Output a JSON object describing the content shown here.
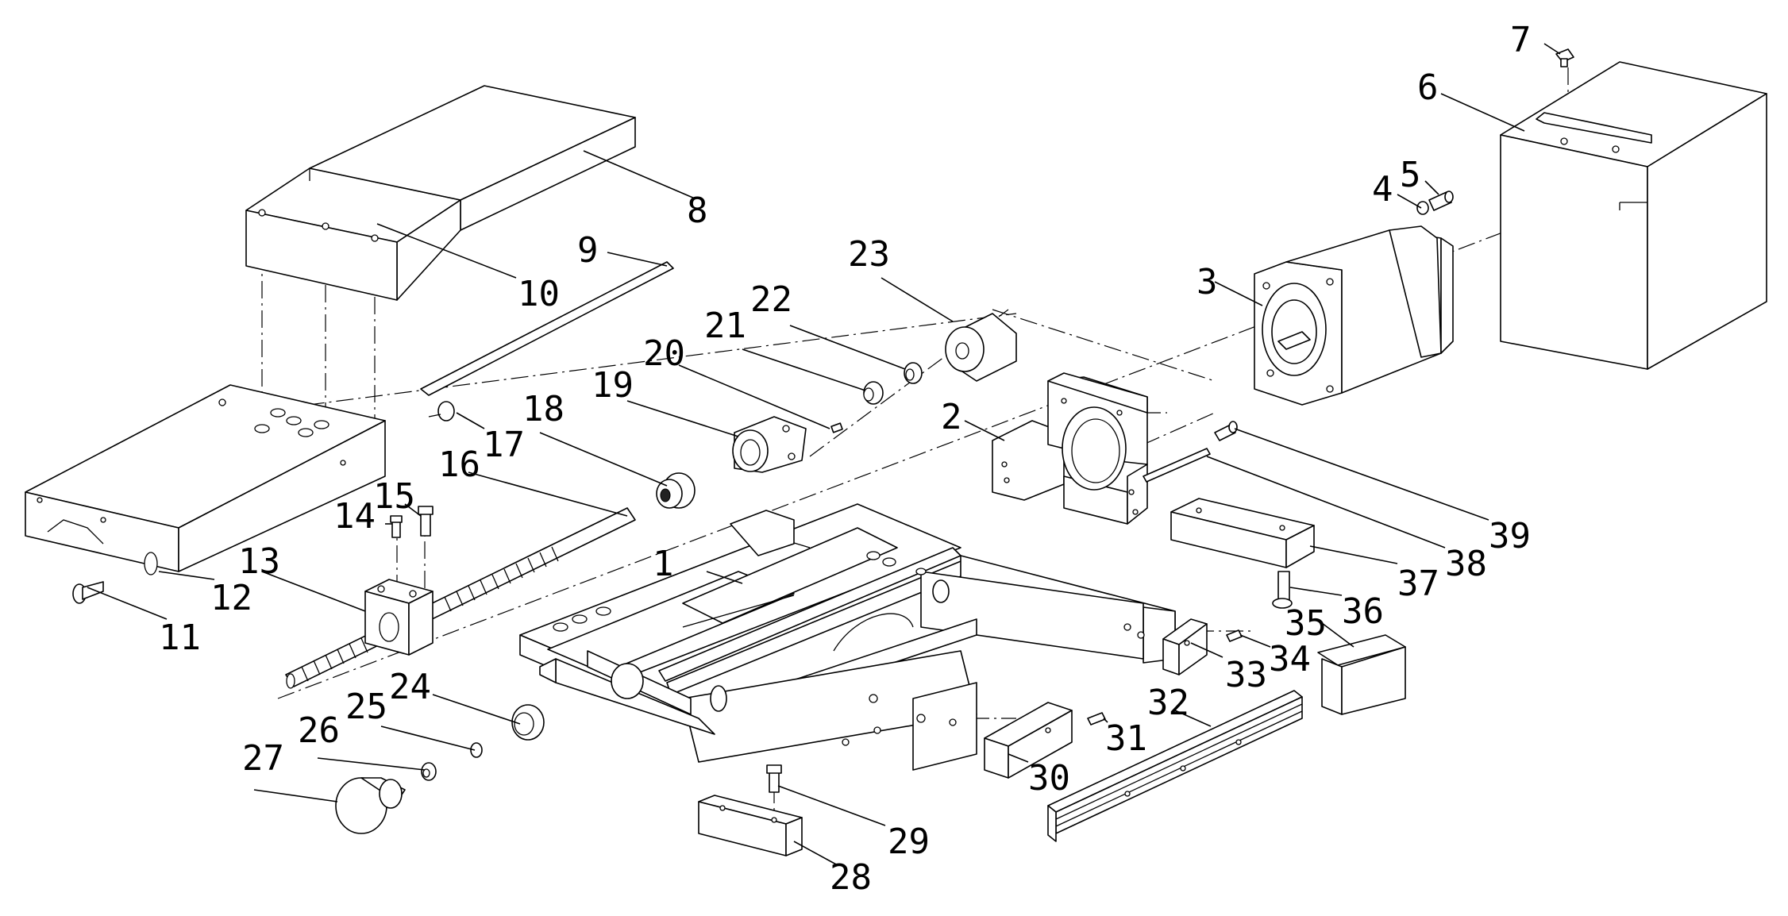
{
  "diagram": {
    "part_labels": [
      "1",
      "2",
      "3",
      "4",
      "5",
      "6",
      "7",
      "8",
      "9",
      "10",
      "11",
      "12",
      "13",
      "14",
      "15",
      "16",
      "17",
      "18",
      "19",
      "20",
      "21",
      "22",
      "23",
      "24",
      "25",
      "26",
      "27",
      "28",
      "29",
      "30",
      "31",
      "32",
      "33",
      "34",
      "35",
      "36",
      "37",
      "38",
      "39"
    ]
  }
}
